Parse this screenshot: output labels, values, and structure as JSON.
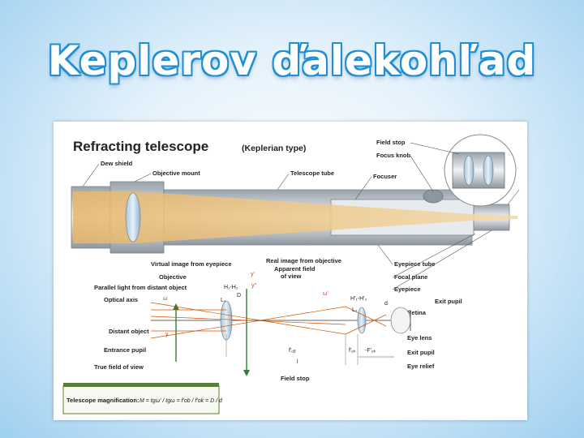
{
  "slide": {
    "title": "Keplerov ďalekohľad"
  },
  "diagram": {
    "heading": "Refracting telescope",
    "subheading": "(Keplerian type)",
    "labels": {
      "dew_shield": "Dew shield",
      "objective_mount": "Objective mount",
      "telescope_tube": "Telescope tube",
      "focuser": "Focuser",
      "field_stop_top": "Field stop",
      "focus_knob": "Focus knob",
      "virtual_image": "Virtual image from eyepiece",
      "real_image": "Real image from objective",
      "apparent_field_1": "Apparent field",
      "apparent_field_2": "of view",
      "objective": "Objective",
      "parallel_light": "Parallel light from distant object",
      "optical_axis": "Optical axis",
      "distant_object": "Distant object",
      "entrance_pupil": "Entrance pupil",
      "true_field": "True field of view",
      "eyepiece_tube": "Eyepiece tube",
      "focal_plane": "Focal plane",
      "eyepiece": "Eyepiece",
      "exit_pupil_1": "Exit pupil",
      "retina": "Retina",
      "eye_lens": "Eye lens",
      "exit_pupil_2": "Exit pupil",
      "eye_relief": "Eye relief",
      "field_stop_bottom": "Field stop"
    },
    "symbols": {
      "h1h2": "H₁-H₂",
      "h1h2_prime": "H'₁-H'₂",
      "d_upper": "D",
      "d_lower": "d",
      "l1": "L₁",
      "l2": "L₂",
      "y": "y",
      "y_prime": "y'",
      "y_double": "y\"",
      "omega": "ω",
      "omega_prime": "ω'",
      "f_ob": "f'ₒᵦ",
      "f_ok": "f'ₒₖ",
      "f_ok_neg": "-F'ₒₖ",
      "l": "l"
    },
    "formula": {
      "label": "Telescope magnification:",
      "expression": "M = tgω' / tgω = f'ob / f'ok = D / d"
    }
  }
}
